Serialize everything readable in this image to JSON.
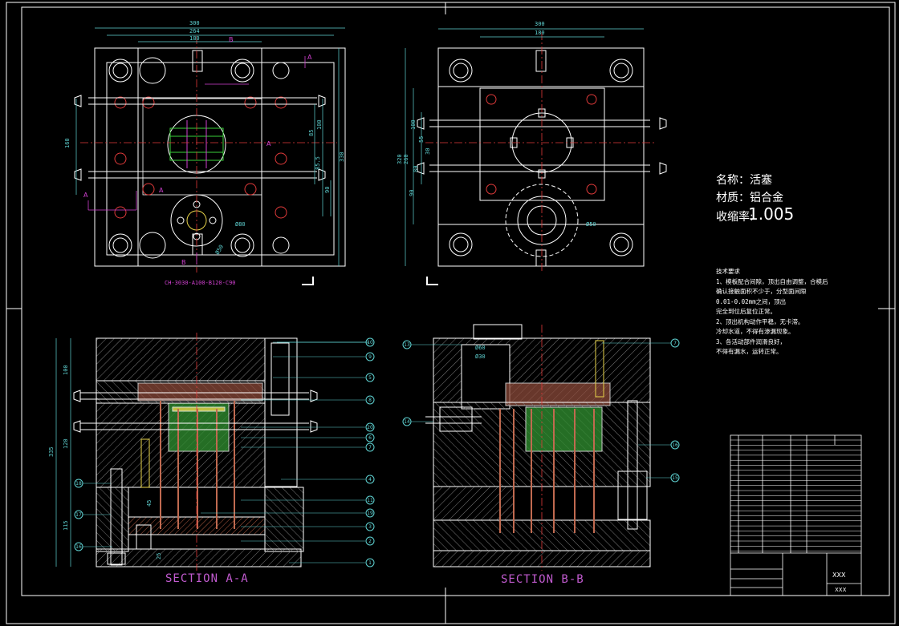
{
  "drawing": {
    "top_view": {
      "dims": [
        "300",
        "264",
        "180",
        "160",
        "85",
        "100",
        "85.5",
        "90",
        "330",
        "Ø80",
        "Ø50"
      ],
      "section_marks": [
        "A",
        "A",
        "A",
        "A",
        "B",
        "B"
      ],
      "standard": "CH-3030-A100-B120-C90"
    },
    "side_view": {
      "dims": [
        "300",
        "180",
        "100",
        "55",
        "30",
        "320",
        "260",
        "80",
        "90",
        "Ø50"
      ]
    },
    "section_a": {
      "label": "SECTION A-A",
      "dims": [
        "100",
        "120",
        "335",
        "115",
        "45",
        "25"
      ]
    },
    "section_b": {
      "label": "SECTION B-B",
      "dims": [
        "Ø60",
        "Ø30"
      ]
    },
    "balloons_a": [
      "10",
      "9",
      "5",
      "8",
      "20",
      "6",
      "7",
      "4",
      "11",
      "19",
      "3",
      "2",
      "1",
      "18",
      "17",
      "16"
    ],
    "balloons_b": [
      "13",
      "7",
      "14",
      "15",
      "16"
    ]
  },
  "part_info": {
    "name": "名称：活塞",
    "material": "材质：铝合金",
    "shrinkage_label": "收缩率:",
    "shrinkage_value": "1.005"
  },
  "notes": [
    "技术要求",
    "1、模板配合间隙，顶出自由调整，合模后",
    "确认接触面积不少于，分型面间隙",
    "0.01-0.02mm之间，顶出",
    "完全到位后复位正常。",
    "2、顶出机构动作平稳，无卡滞。",
    "冷却水道，不得有渗漏现象。",
    "3、各活动部件润滑良好，",
    "不得有漏水，运转正常。"
  ],
  "title_block": {
    "name": "XXX",
    "code": "XXX"
  },
  "colors": {
    "outline": "#ffffff",
    "hatch": "#8a8a8a",
    "center": "#e03a3a",
    "dim": "#5fd3d3",
    "core_fill": "#2f8a2f",
    "pin": "#c06a50",
    "magenta": "#d040d0",
    "yellow": "#ffff60",
    "plate_fill": "#8b4a3a"
  }
}
